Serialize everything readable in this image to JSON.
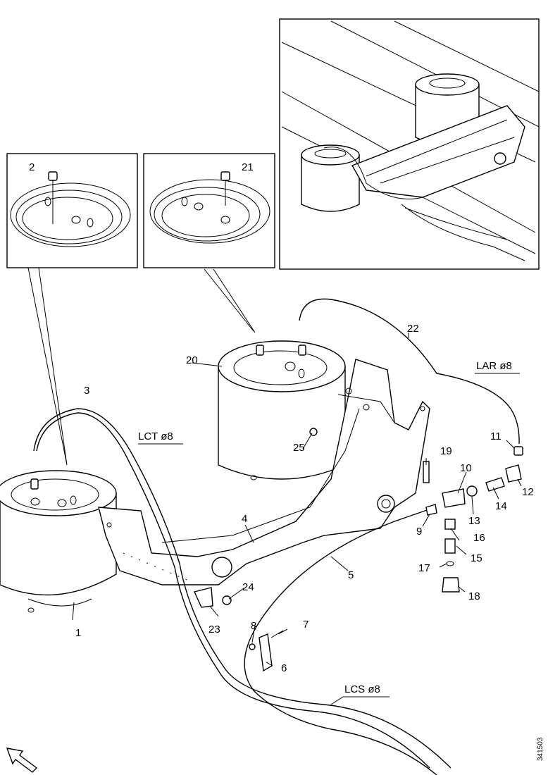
{
  "callouts": {
    "c1": "1",
    "c2": "2",
    "c3": "3",
    "c4": "4",
    "c5": "5",
    "c6": "6",
    "c7": "7",
    "c8": "8",
    "c9": "9",
    "c10": "10",
    "c11": "11",
    "c12": "12",
    "c13": "13",
    "c14": "14",
    "c15": "15",
    "c16": "16",
    "c17": "17",
    "c18": "18",
    "c19": "19",
    "c20": "20",
    "c21": "21",
    "c22": "22",
    "c23": "23",
    "c24": "24",
    "c25": "25"
  },
  "pipes": {
    "lct": "LCT ø8",
    "lar": "LAR ø8",
    "lcs": "LCS ø8"
  },
  "document_number": "341503",
  "direction_icon": "forward-arrow-icon"
}
